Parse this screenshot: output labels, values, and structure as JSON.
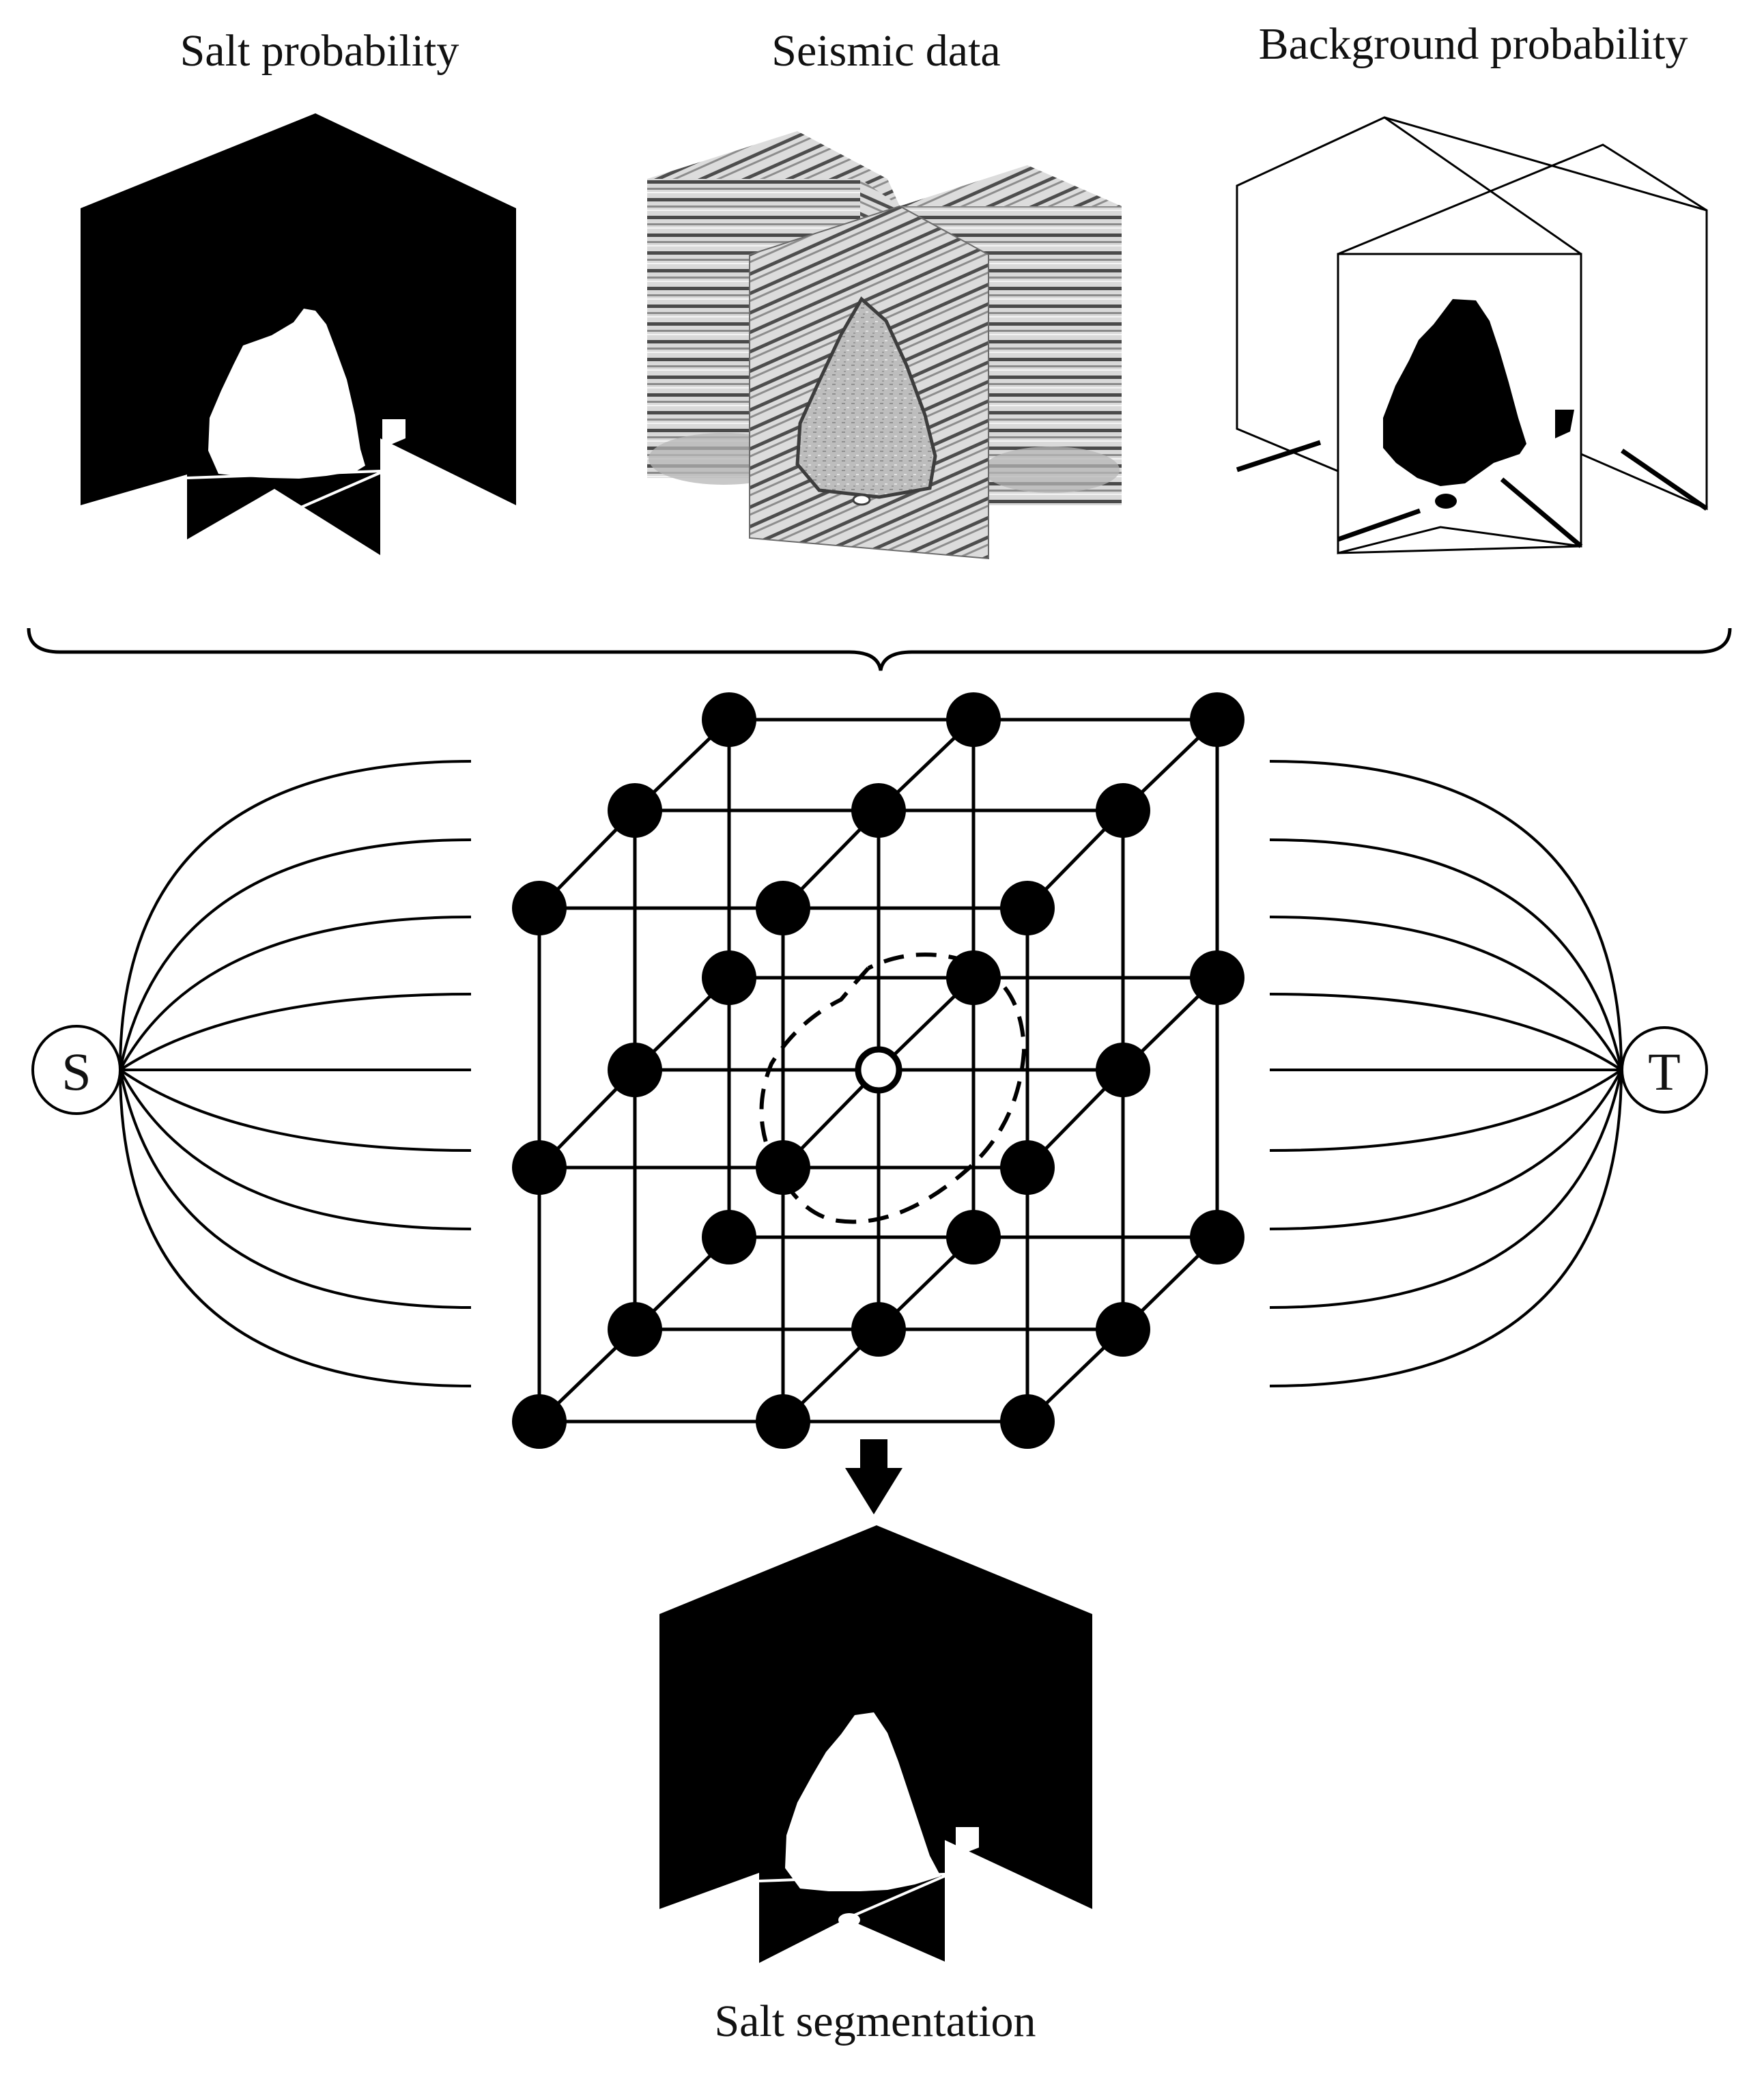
{
  "labels": {
    "salt_probability": "Salt probability",
    "seismic_data": "Seismic data",
    "background_probability": "Background probability",
    "salt_segmentation": "Salt segmentation"
  },
  "graph": {
    "source_label": "S",
    "sink_label": "T"
  },
  "colors": {
    "ink": "#000000",
    "paper": "#ffffff",
    "seismic_light": "#d8d8d8",
    "seismic_dark": "#555555"
  }
}
